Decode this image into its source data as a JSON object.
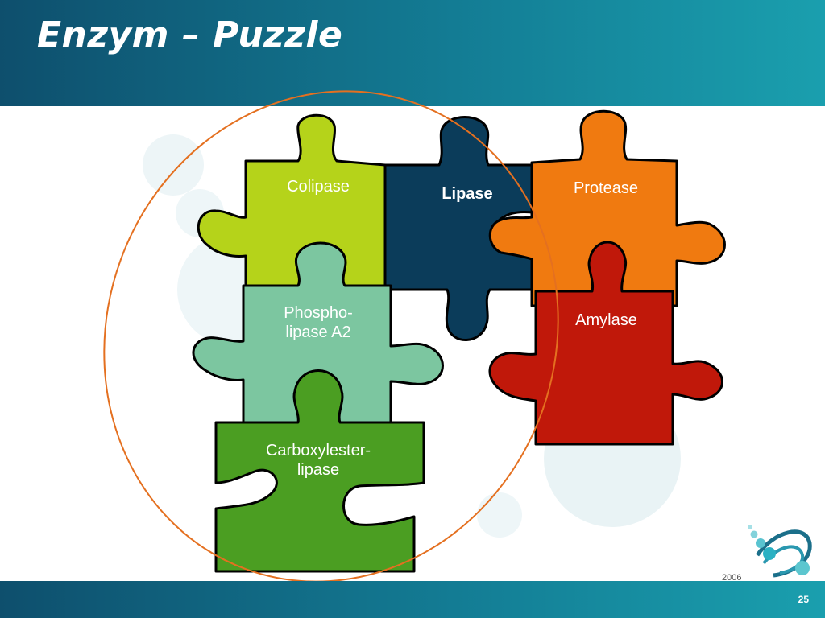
{
  "slide": {
    "title": "Enzym – Puzzle",
    "year": "2006",
    "page_number": "25"
  },
  "colors": {
    "header": "#137c94",
    "colipase": "#b5d31a",
    "lipase": "#0b3c5a",
    "protease": "#f07a10",
    "phospholipase": "#7cc6a0",
    "amylase": "#c0180a",
    "carboxylesterlipase": "#4b9e22",
    "ellipse": "#e47020"
  },
  "pieces": {
    "colipase": "Colipase",
    "lipase": "Lipase",
    "protease": "Protease",
    "phospholipase_1": "Phospho-",
    "phospholipase_2": "lipase A2",
    "amylase": "Amylase",
    "carboxylesterlipase_1": "Carboxylester-",
    "carboxylesterlipase_2": "lipase"
  }
}
